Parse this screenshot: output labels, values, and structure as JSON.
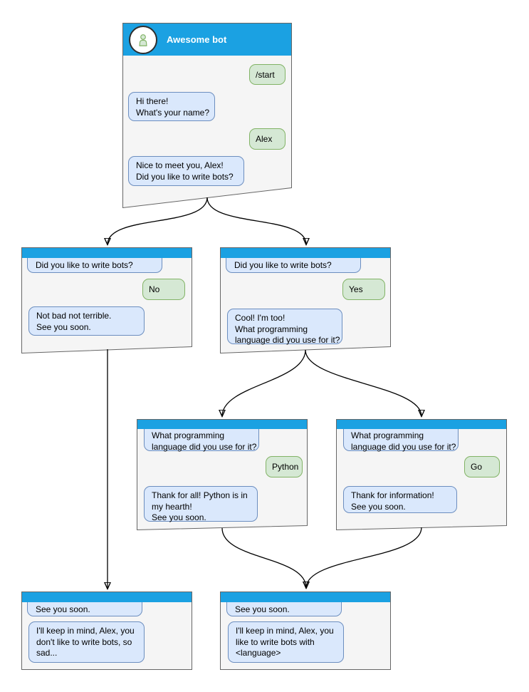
{
  "colors": {
    "header_blue": "#1ba1e2",
    "box_bg": "#f5f5f5",
    "box_border": "#666666",
    "bot_bubble_bg": "#dae8fc",
    "bot_bubble_border": "#6c8ebf",
    "user_bubble_bg": "#d5e8d4",
    "user_bubble_border": "#82b366",
    "arrow_color": "#000000"
  },
  "main_window": {
    "title": "Awesome bot",
    "avatar_icon": "person-icon",
    "messages": {
      "start_command": "/start",
      "greeting": "Hi there!\nWhat's your name?",
      "name_reply": "Alex",
      "ask_write_bots": "Nice to meet you, Alex!\nDid you like to write bots?"
    }
  },
  "no_branch": {
    "question": "Did you like to write bots?",
    "answer": "No",
    "response": "Not bad not terrible.\nSee you soon."
  },
  "yes_branch": {
    "question": "Did you like to write bots?",
    "answer": "Yes",
    "response": "Cool! I'm too!\nWhat programming\nlanguage did you use for it?"
  },
  "python_branch": {
    "question": "What programming\nlanguage did you use for it?",
    "answer": "Python",
    "response": "Thank for all! Python is in\nmy hearth!\nSee you soon."
  },
  "go_branch": {
    "question": "What programming\nlanguage did you use for it?",
    "answer": "Go",
    "response": "Thank for information!\nSee you soon."
  },
  "final_no": {
    "question": "See you soon.",
    "response": "I'll keep in mind, Alex, you\ndon't like to write bots, so\nsad..."
  },
  "final_yes": {
    "question": "See you soon.",
    "response": "I'll keep in mind, Alex, you\nlike to write bots with\n<language>"
  }
}
